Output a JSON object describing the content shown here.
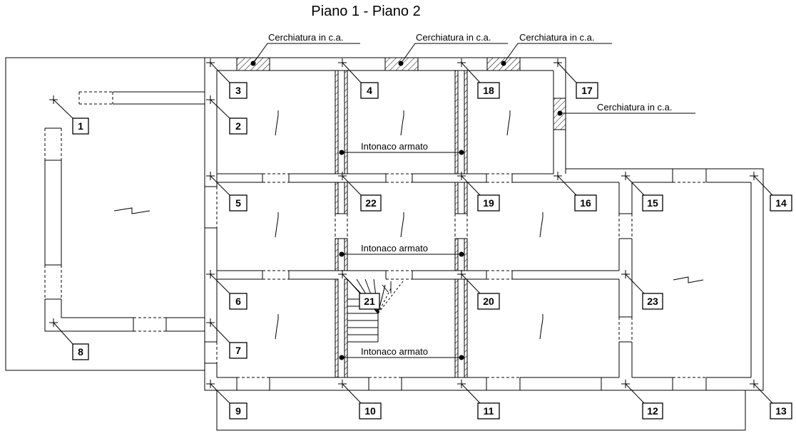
{
  "title": "Piano 1 - Piano 2",
  "annotations": {
    "cerchiatura_1": "Cerchiatura in c.a.",
    "cerchiatura_2": "Cerchiatura in c.a.",
    "cerchiatura_3": "Cerchiatura in c.a.",
    "cerchiatura_4": "Cerchiatura in c.a.",
    "intonaco_1": "Intonaco armato",
    "intonaco_2": "Intonaco armato",
    "intonaco_3": "Intonaco armato"
  },
  "nodes": {
    "n1": "1",
    "n2": "2",
    "n3": "3",
    "n4": "4",
    "n5": "5",
    "n6": "6",
    "n7": "7",
    "n8": "8",
    "n9": "9",
    "n10": "10",
    "n11": "11",
    "n12": "12",
    "n13": "13",
    "n14": "14",
    "n15": "15",
    "n16": "16",
    "n17": "17",
    "n18": "18",
    "n19": "19",
    "n20": "20",
    "n21": "21",
    "n22": "22",
    "n23": "23"
  }
}
